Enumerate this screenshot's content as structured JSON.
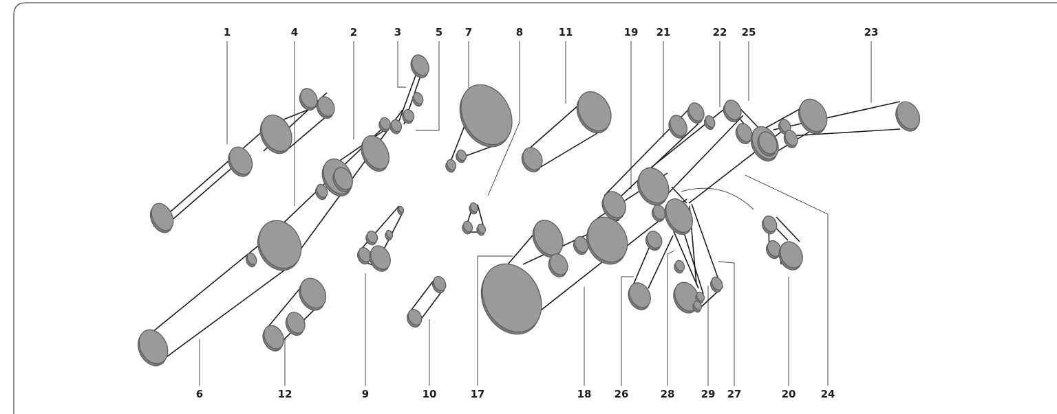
{
  "diagram": {
    "callouts_top": [
      "1",
      "4",
      "2",
      "3",
      "5",
      "7",
      "8",
      "11",
      "19",
      "21",
      "22",
      "25",
      "23"
    ],
    "callouts_bottom": [
      "6",
      "12",
      "9",
      "10",
      "17",
      "18",
      "26",
      "28",
      "29",
      "27",
      "20",
      "24"
    ]
  },
  "colors": {
    "pulley": "#9a9a9a",
    "pulley_edge": "#5e5e5e",
    "belt": "#1a1a1a",
    "frame": "#4a4a4a"
  }
}
